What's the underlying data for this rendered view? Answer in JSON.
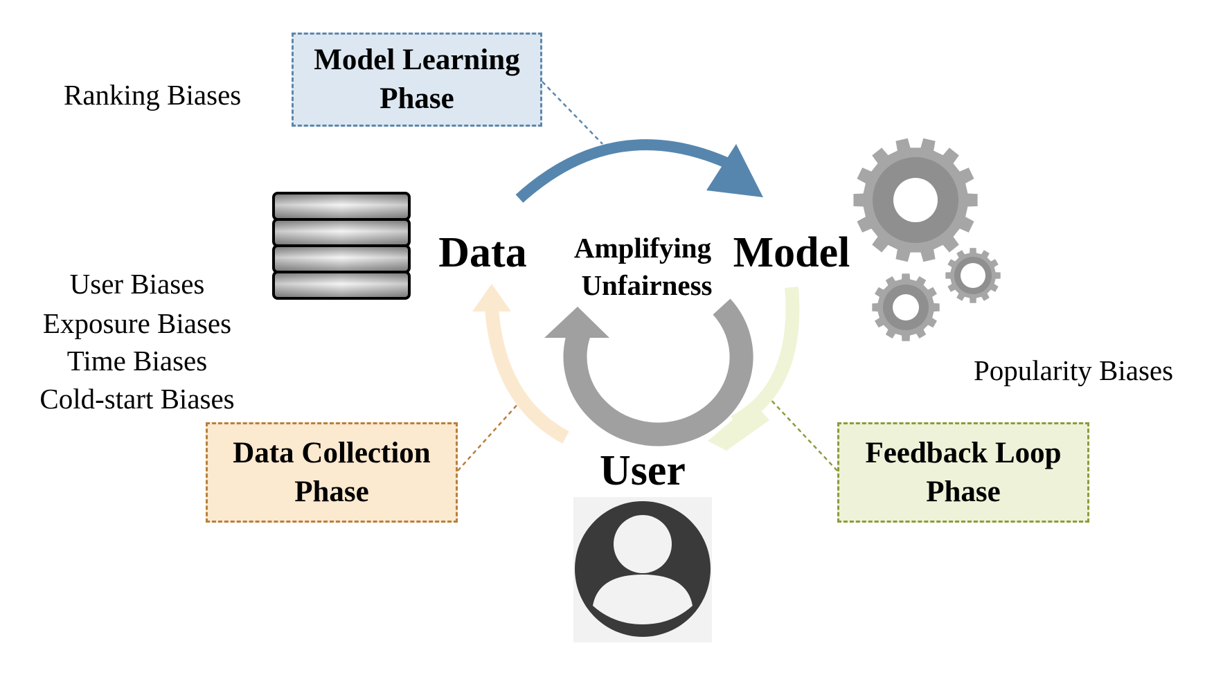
{
  "colors": {
    "model_phase_border": "#5b87ad",
    "model_phase_fill": "#dde7f1",
    "data_phase_border": "#b8803a",
    "data_phase_fill": "#fbe9d0",
    "feedback_phase_border": "#8e9a3c",
    "feedback_phase_fill": "#eef2d8",
    "model_arrow": "#5686ae",
    "data_arrow": "#fbe9cf",
    "feedback_arrow": "#eff4d6",
    "center_arrow": "#a0a0a0",
    "gear": "#a6a6a6",
    "user_icon": "#3a3a3a",
    "user_icon_bg": "#f2f2f2"
  },
  "biases": {
    "ranking": "Ranking Biases",
    "data_side": [
      "User Biases",
      "Exposure Biases",
      "Time Biases",
      "Cold-start Biases"
    ],
    "popularity": "Popularity Biases"
  },
  "nodes": {
    "data": "Data",
    "model": "Model",
    "user": "User"
  },
  "center": {
    "line1": "Amplifying",
    "line2": "Unfairness"
  },
  "phases": {
    "model_learning": {
      "line1": "Model Learning",
      "line2": "Phase"
    },
    "data_collection": {
      "line1": "Data Collection",
      "line2": "Phase"
    },
    "feedback_loop": {
      "line1": "Feedback Loop",
      "line2": "Phase"
    }
  },
  "icons": {
    "database": "database-icon",
    "gears": "gears-icon",
    "user": "user-icon"
  }
}
